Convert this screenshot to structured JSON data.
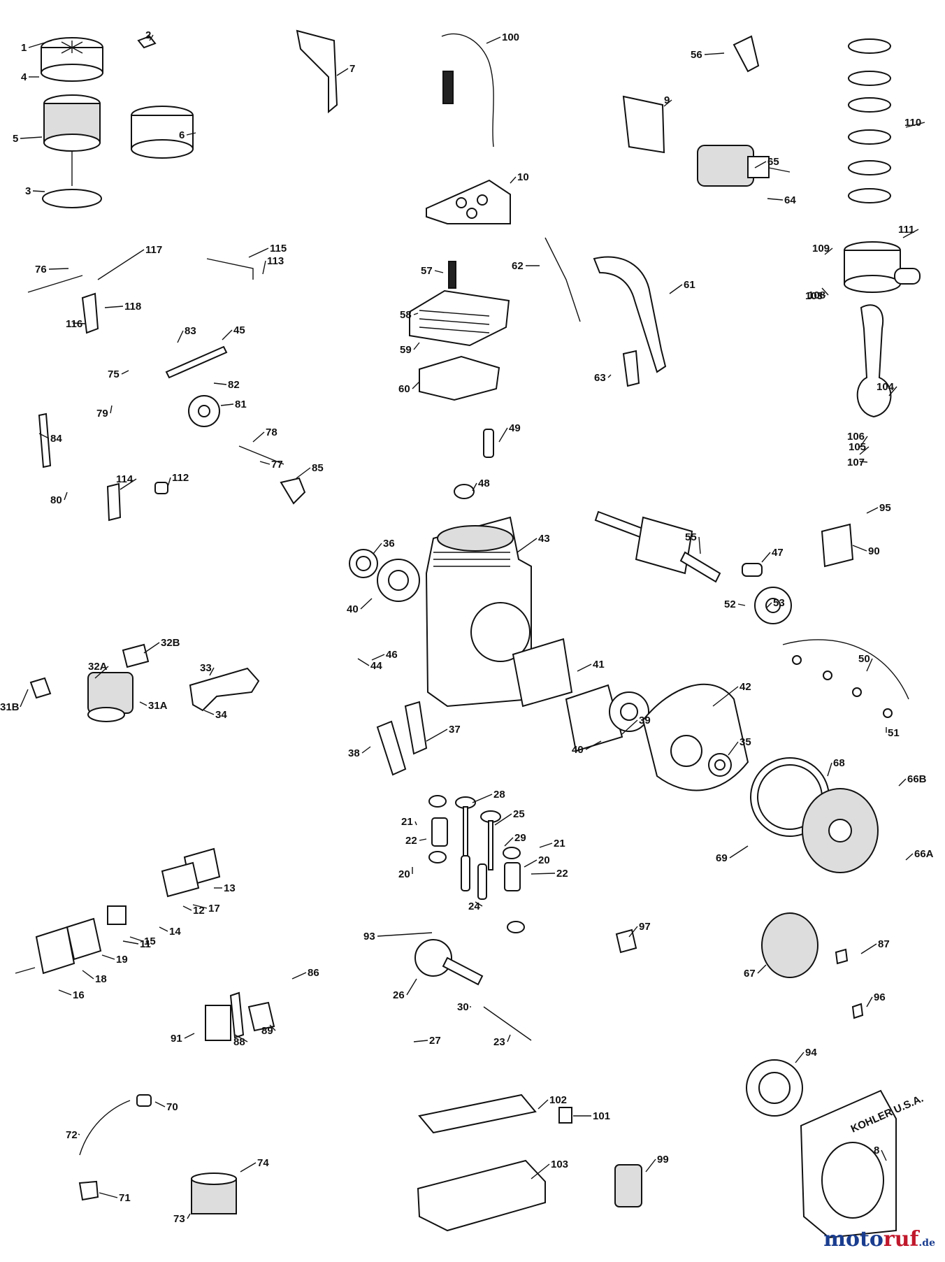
{
  "callouts": [
    "1",
    "2",
    "3",
    "4",
    "5",
    "6",
    "7",
    "8",
    "9",
    "10",
    "11",
    "12",
    "13",
    "14",
    "15",
    "16",
    "17",
    "18",
    "19",
    "20",
    "20",
    "21",
    "21",
    "22",
    "22",
    "23",
    "24",
    "25",
    "26",
    "27",
    "28",
    "29",
    "30",
    "31A",
    "31B",
    "32A",
    "32B",
    "33",
    "34",
    "35",
    "36",
    "37",
    "38",
    "39",
    "40",
    "40",
    "41",
    "42",
    "43",
    "44",
    "45",
    "46",
    "47",
    "48",
    "49",
    "50",
    "51",
    "52",
    "53",
    "55",
    "56",
    "57",
    "58",
    "59",
    "60",
    "61",
    "62",
    "63",
    "64",
    "65",
    "66A",
    "66B",
    "67",
    "68",
    "69",
    "70",
    "71",
    "72",
    "73",
    "74",
    "75",
    "76",
    "77",
    "78",
    "79",
    "80",
    "81",
    "82",
    "83",
    "84",
    "85",
    "86",
    "87",
    "88",
    "89",
    "90",
    "91",
    "93",
    "94",
    "95",
    "96",
    "97",
    "99",
    "100",
    "101",
    "102",
    "103",
    "103",
    "104",
    "105",
    "106",
    "107",
    "108",
    "109",
    "110",
    "111",
    "112",
    "113",
    "114",
    "115",
    "116",
    "117",
    "118"
  ],
  "watermark": {
    "brand": "motoruf",
    "suffix": ".de"
  },
  "nameplate_text": "KOHLER U.S.A."
}
